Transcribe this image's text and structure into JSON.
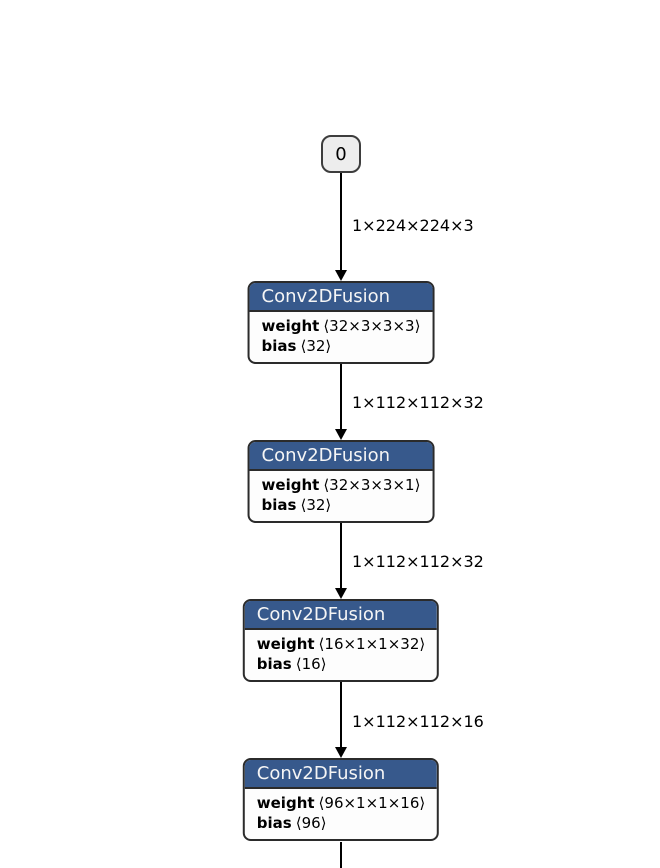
{
  "graph": {
    "input_node": {
      "label": "0"
    },
    "edges": [
      {
        "label": "1×224×224×3"
      },
      {
        "label": "1×112×112×32"
      },
      {
        "label": "1×112×112×32"
      },
      {
        "label": "1×112×112×16"
      }
    ],
    "nodes": [
      {
        "title": "Conv2DFusion",
        "attributes": [
          {
            "name": "weight",
            "value": "⟨32×3×3×3⟩"
          },
          {
            "name": "bias",
            "value": "⟨32⟩"
          }
        ]
      },
      {
        "title": "Conv2DFusion",
        "attributes": [
          {
            "name": "weight",
            "value": "⟨32×3×3×1⟩"
          },
          {
            "name": "bias",
            "value": "⟨32⟩"
          }
        ]
      },
      {
        "title": "Conv2DFusion",
        "attributes": [
          {
            "name": "weight",
            "value": "⟨16×1×1×32⟩"
          },
          {
            "name": "bias",
            "value": "⟨16⟩"
          }
        ]
      },
      {
        "title": "Conv2DFusion",
        "attributes": [
          {
            "name": "weight",
            "value": "⟨96×1×1×16⟩"
          },
          {
            "name": "bias",
            "value": "⟨96⟩"
          }
        ]
      }
    ],
    "colors": {
      "node_header": "#37598c",
      "node_border": "#2b2b2b",
      "node_body": "#fdfdfd",
      "input_fill": "#ededed",
      "edge": "#000000"
    }
  }
}
